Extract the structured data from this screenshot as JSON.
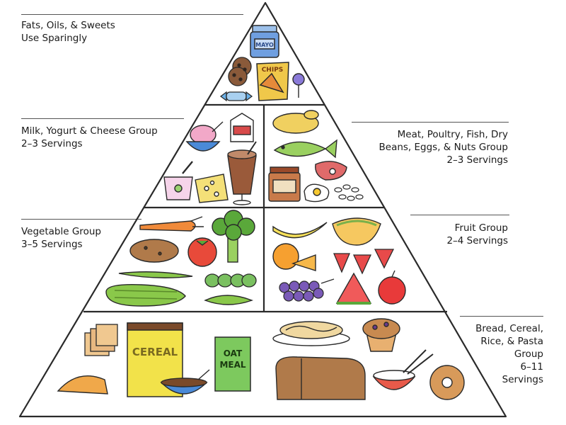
{
  "tiers": {
    "fats": {
      "line1": "Fats, Oils, & Sweets",
      "line2": "Use Sparingly"
    },
    "dairy": {
      "line1": "Milk, Yogurt & Cheese Group",
      "line2": "2–3 Servings"
    },
    "meat": {
      "line1": "Meat, Poultry, Fish, Dry",
      "line2": "Beans, Eggs, & Nuts Group",
      "line3": "2–3 Servings"
    },
    "vegetable": {
      "line1": "Vegetable Group",
      "line2": "3–5 Servings"
    },
    "fruit": {
      "line1": "Fruit Group",
      "line2": "2–4 Servings"
    },
    "grains": {
      "line1": "Bread, Cereal,",
      "line2": "Rice, & Pasta",
      "line3": "Group",
      "line4": "6–11",
      "line5": "Servings"
    }
  },
  "food_text": {
    "mayo": "MAYO",
    "chips": "CHIPS",
    "cereal": "CEREAL",
    "oat": "OAT",
    "meal": "MEAL"
  },
  "colors": {
    "outline": "#2a2a2a",
    "cereal_box": "#f2e24a",
    "oatmeal_box": "#7dc95e",
    "jar_blue": "#5a8fd8"
  }
}
